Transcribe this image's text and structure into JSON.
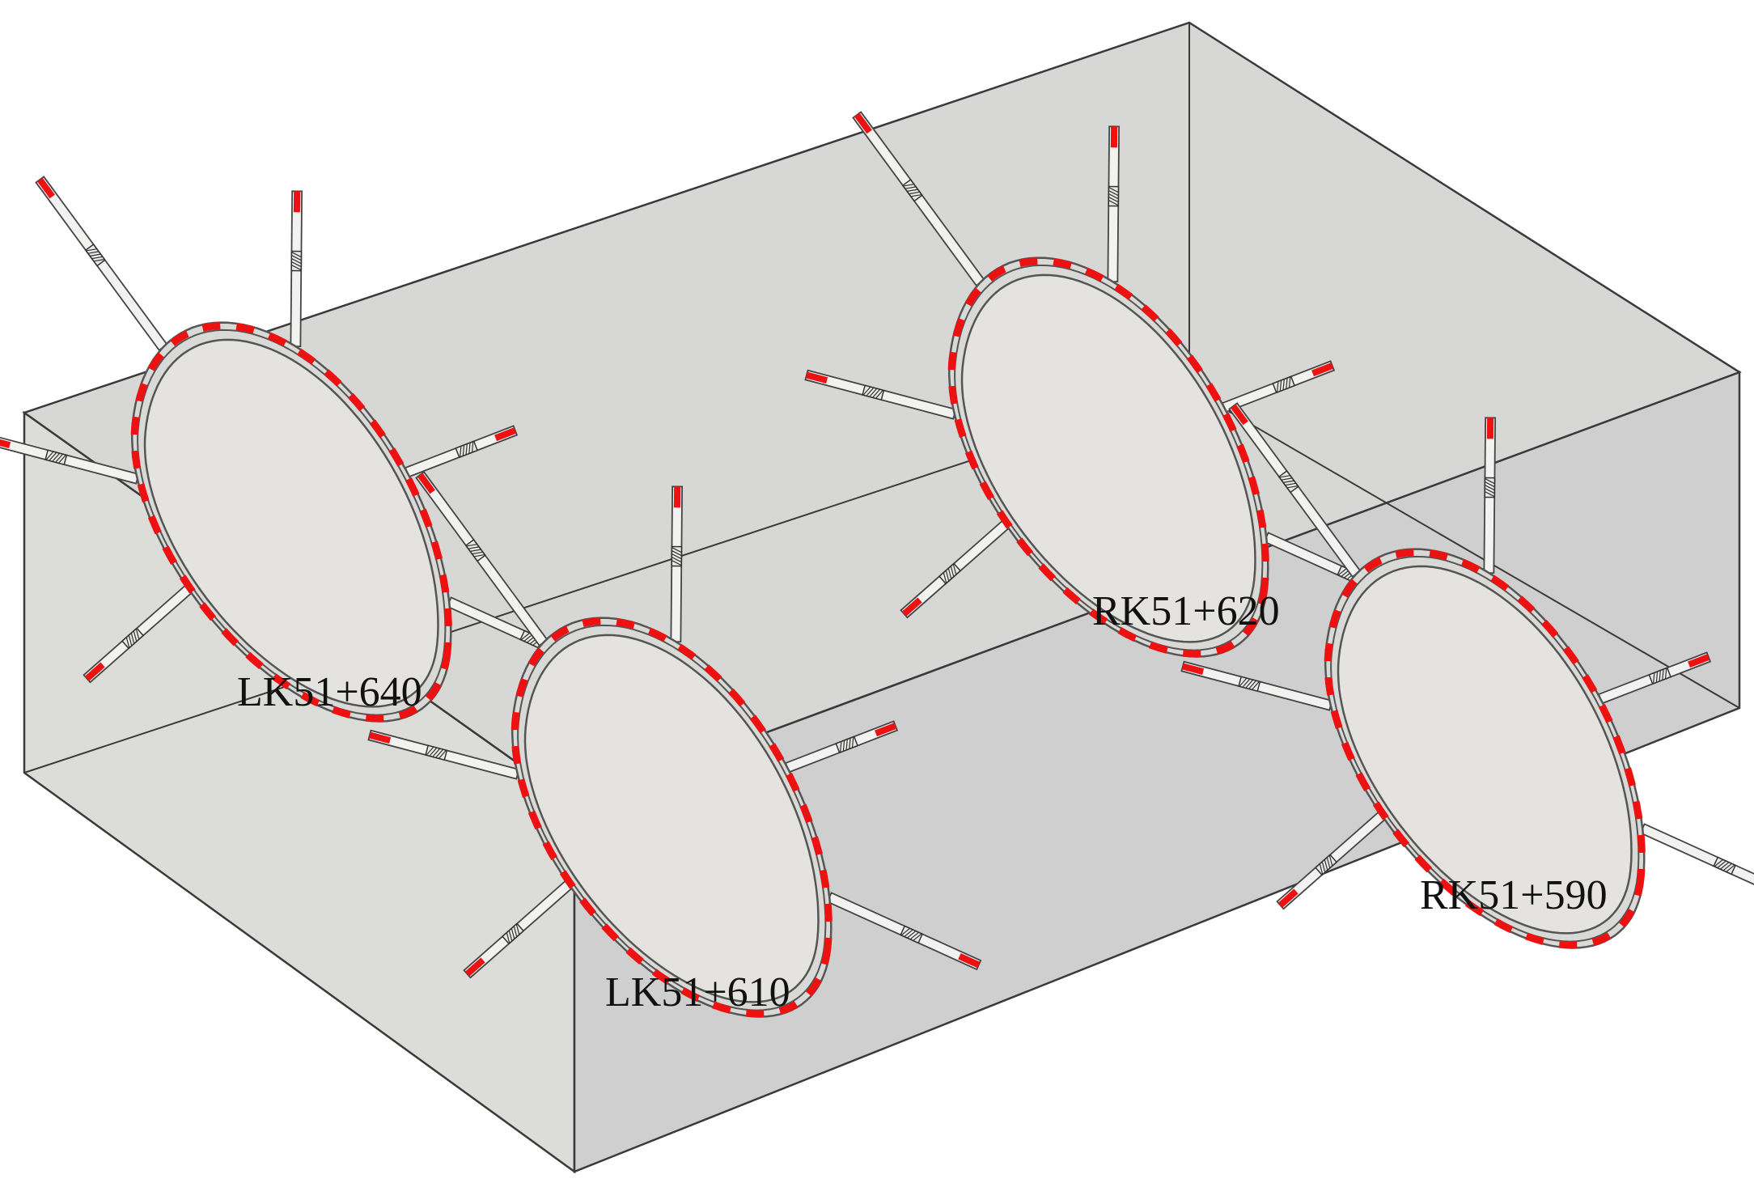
{
  "colors": {
    "background": "#ffffff",
    "box_face_left": "#dcdcd8",
    "box_face_right": "#cfcfcf",
    "box_face_top": "#d7d7d5",
    "box_edge": "#3a3a3a",
    "lining": "#555555",
    "tunnel_interior": "#e4e3df",
    "measurement_dash": "#ee1111"
  },
  "tunnels": [
    {
      "id": "lk51-640",
      "label": "LK51+640"
    },
    {
      "id": "lk51-610",
      "label": "LK51+610"
    },
    {
      "id": "rk51-620",
      "label": "RK51+620"
    },
    {
      "id": "rk51-590",
      "label": "RK51+590"
    }
  ],
  "tunnel_parts": {
    "rock_bolts_per_tunnel": 6,
    "bolt_types": [
      "rock-bolt",
      "crossed-bolt"
    ]
  }
}
